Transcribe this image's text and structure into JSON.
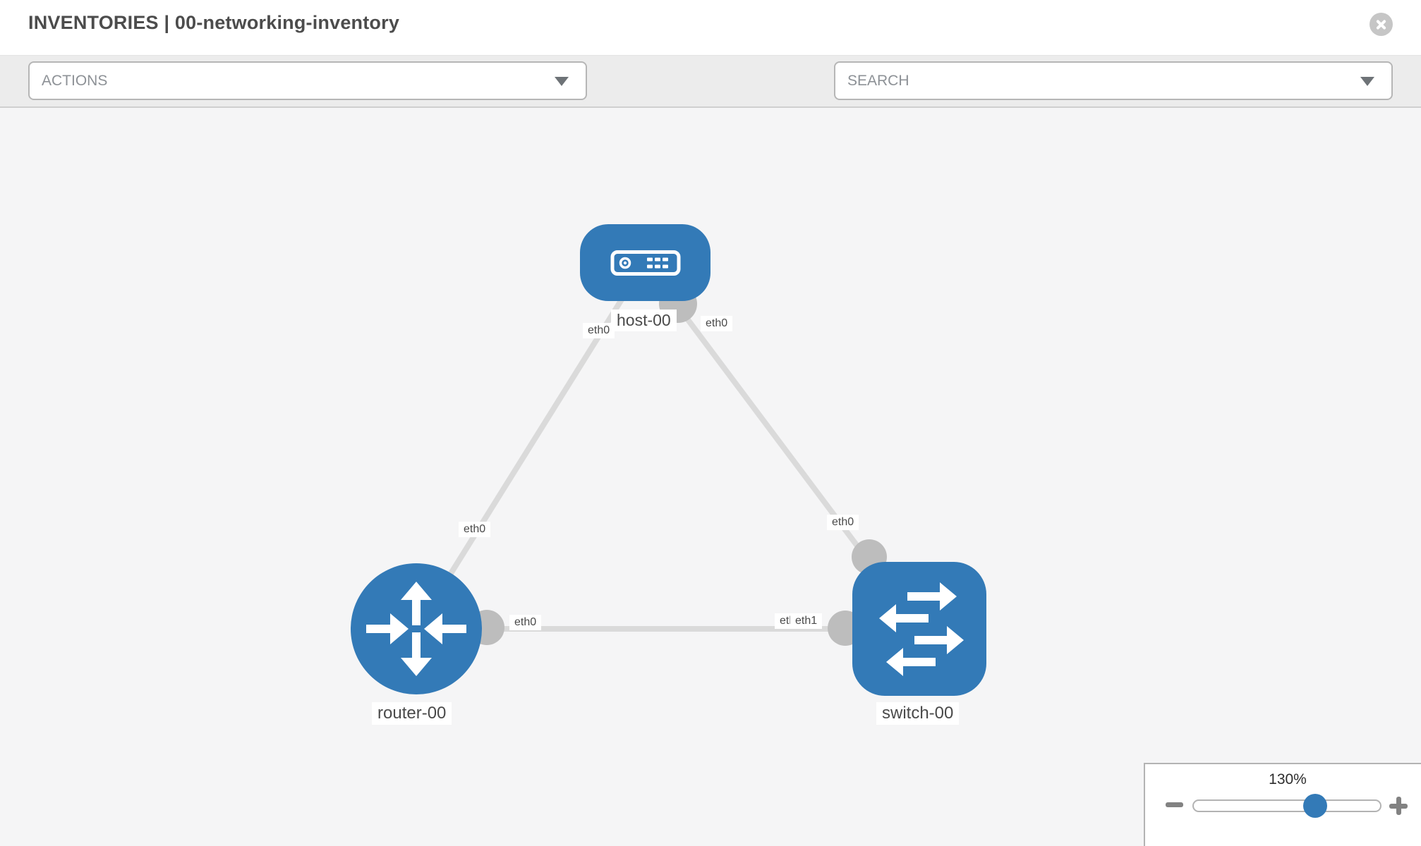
{
  "header": {
    "title": "INVENTORIES | 00-networking-inventory"
  },
  "toolbar": {
    "actions_value": "ACTIONS",
    "search_value": "SEARCH"
  },
  "diagram": {
    "nodes": [
      {
        "id": "host-00",
        "label": "host-00",
        "type": "host",
        "shape": "rounded-rect"
      },
      {
        "id": "router-00",
        "label": "router-00",
        "type": "router",
        "shape": "circle"
      },
      {
        "id": "switch-00",
        "label": "switch-00",
        "type": "switch",
        "shape": "rounded-square"
      }
    ],
    "links": [
      {
        "from": "host-00",
        "from_interface": "eth0",
        "to": "router-00",
        "to_interface": "eth0"
      },
      {
        "from": "host-00",
        "from_interface": "eth0",
        "to": "switch-00",
        "to_interface": "eth0"
      },
      {
        "from": "router-00",
        "from_interface": "eth0",
        "to": "switch-00",
        "to_interface": "eth1",
        "overlapped_label": "eth0"
      }
    ]
  },
  "zoom_control": {
    "level": "130%"
  },
  "colors": {
    "node_blue": "#337ab7",
    "connector_gray": "#bdbdbd",
    "edge_gray": "#dadada",
    "toolbar_bg": "#ececec"
  }
}
